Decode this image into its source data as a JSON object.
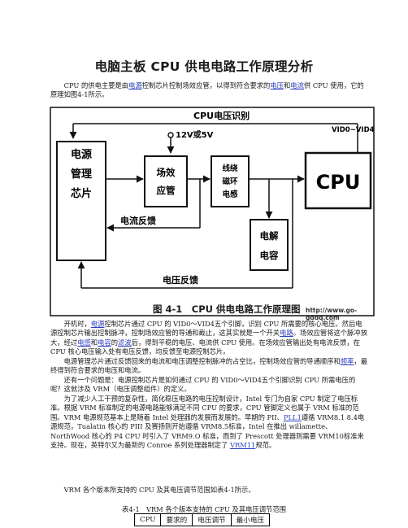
{
  "title": "电脑主板 CPU 供电电路工作原理分析",
  "intro": [
    {
      "t": "CPU 的供电主要是由"
    },
    {
      "t": "电源",
      "link": true
    },
    {
      "t": "控制芯片控制场效应管，以得到符合要求的"
    },
    {
      "t": "电压",
      "link": true
    },
    {
      "t": "和"
    },
    {
      "t": "电流",
      "link": true
    },
    {
      "t": "供 CPU 使用，它的原理如图4-1所示。"
    }
  ],
  "figure": {
    "cpu_voltage_id": "CPU电压识别",
    "vid": "VID0~VID4",
    "supply": "12V或5V",
    "power_chip": [
      "电源",
      "管理",
      "芯片"
    ],
    "mosfet": [
      "场效",
      "应管"
    ],
    "inductor": [
      "线绕",
      "磁环",
      "电感"
    ],
    "cpu": "CPU",
    "capacitor": [
      "电解",
      "电容"
    ],
    "current_feedback": "电流反馈",
    "voltage_feedback": "电压反馈",
    "caption": "图 4-1　CPU 供电电路工作原理图",
    "watermark": "http://www.go-gddq.com"
  },
  "paragraphs": [
    [
      {
        "t": "开机时，"
      },
      {
        "t": "电源",
        "link": true
      },
      {
        "t": "控制芯片通过 CPU 的 VID0～VID4五个引脚，识别 CPU 所需要的核心电压。然后电源控制芯片输出控制脉冲，控制场效应管的导通和截止，这其实就是一个开关"
      },
      {
        "t": "电路",
        "link": true
      },
      {
        "t": "。场效应管将这个脉冲放大，经过"
      },
      {
        "t": "电感",
        "link": true
      },
      {
        "t": "和"
      },
      {
        "t": "电容",
        "link": true
      },
      {
        "t": "的"
      },
      {
        "t": "滤波",
        "link": true
      },
      {
        "t": "后，得到平稳的电压、电流供 CPU 使用。在场效应管输出处有电流反馈，在 CPU 核心电压输入处有电压反馈，均反馈至电源控制芯片。"
      }
    ],
    [
      {
        "t": "电源管理芯片通过反馈回来的电流和电压调整控制脉冲的占空比，控制场效应管的导通顺序和"
      },
      {
        "t": "频率",
        "link": true
      },
      {
        "t": "，最终得到符合要求的电压和电流。"
      }
    ],
    [
      {
        "t": "还有一个问题是：电源控制芯片是如何通过 CPU 的 VID0～VID4五个引脚识别 CPU 所需电压的呢？这就涉及 VRM（电压调整组件）的定义。"
      }
    ],
    [
      {
        "t": "为了减少人工干预的复杂性，简化稳压电路的电压控制设计，Intel 专门为自家 CPU 制定了电压标准。根据 VRM 标准制定的电源电路能够满足不同 CPU 的要求，CPU 管脚定义也属于 VRM 标准的范围。VRM 电源规范基本上是随着 Intel 处理器的发展而发展的。早期的 PII、"
      },
      {
        "t": "PLL1",
        "link": true
      },
      {
        "t": "遵循 VRM8.1 8.4电源规范，Tualatin 核心的 PIII 及赛扬则开始遵循 VRM8.5标准，Intel 在推出 willamette、NorthWood 核心的 P4 CPU 时引入了 VRM9.O 标准，而到了 Prescott 处理器则需要 VRM10标准来支持。现在，英特尔又为最新的 Conroe 系列处理器制定了 "
      },
      {
        "t": "VRM11",
        "link": true
      },
      {
        "t": "规范。"
      }
    ],
    [
      {
        "t": "VRM 各个版本所支持的 CPU 及其电压调节范围如表4-1所示。"
      }
    ]
  ],
  "table": {
    "caption": "表4-1　VRM 各个版本支持的 CPU 及其电压调节范围",
    "headers": [
      "CPU",
      "要求的",
      "电压调节",
      "最小电压"
    ]
  }
}
